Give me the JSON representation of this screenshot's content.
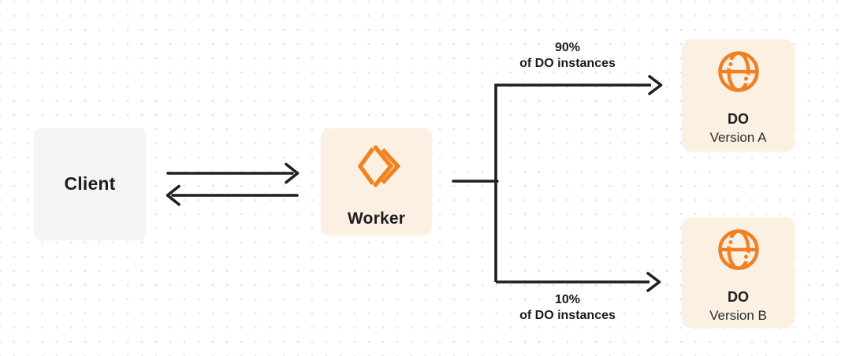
{
  "nodes": {
    "client": {
      "label": "Client"
    },
    "worker": {
      "label": "Worker",
      "icon": "workers-chevrons-icon"
    },
    "do_version_a": {
      "title": "DO",
      "subtitle": "Version A",
      "icon": "globe-icon"
    },
    "do_version_b": {
      "title": "DO",
      "subtitle": "Version B",
      "icon": "globe-icon"
    }
  },
  "edges": {
    "worker_to_do_a": {
      "percent": "90%",
      "caption": "of DO instances"
    },
    "worker_to_do_b": {
      "percent": "10%",
      "caption": "of DO instances"
    }
  },
  "colors": {
    "accent_orange": "#F0821F",
    "line_dark": "#1F1F1F",
    "client_box_bg": "#F5F5F6",
    "orange_box_bg": "#FBF0E1",
    "dot_grid": "#E4E4E8"
  }
}
